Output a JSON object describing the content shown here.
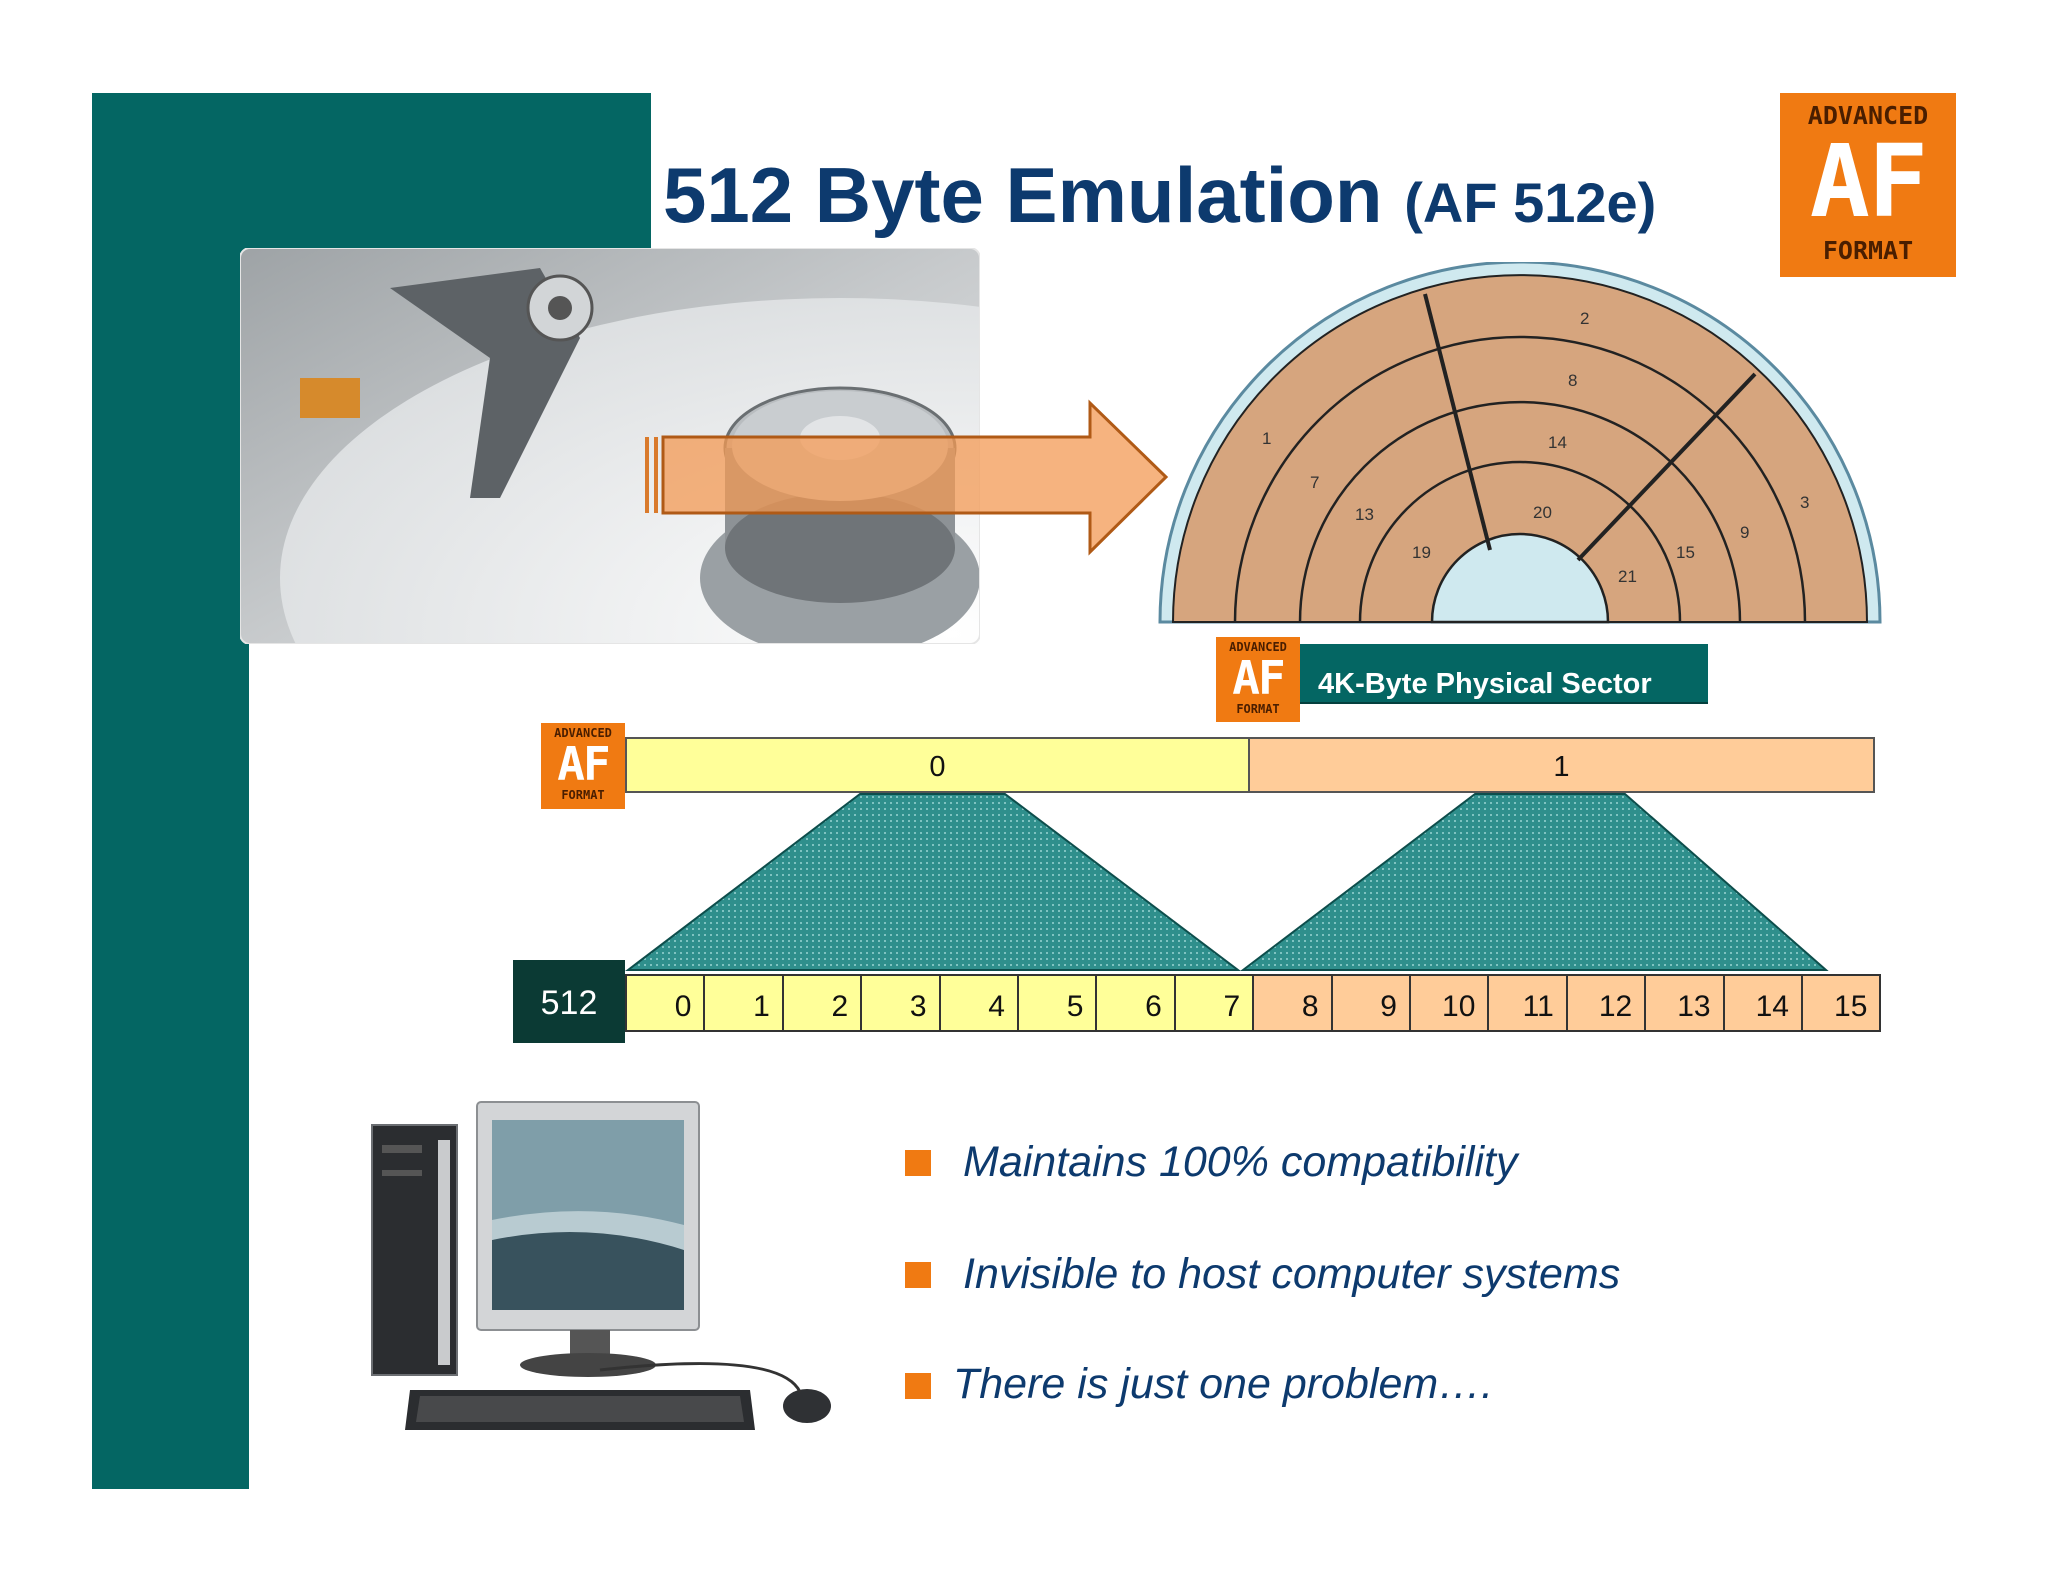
{
  "title": {
    "main": "512 Byte Emulation",
    "sub": "(AF 512e)"
  },
  "logo": {
    "top": "ADVANCED",
    "mark": "AF",
    "bottom": "FORMAT"
  },
  "platter": {
    "sector_numbers": [
      "1",
      "2",
      "3",
      "7",
      "8",
      "9",
      "13",
      "14",
      "15",
      "19",
      "20",
      "21"
    ]
  },
  "physical_sector_label": "4K-Byte Physical Sector",
  "physical_sectors": [
    "0",
    "1"
  ],
  "logical_label": "512",
  "logical_sectors": [
    "0",
    "1",
    "2",
    "3",
    "4",
    "5",
    "6",
    "7",
    "8",
    "9",
    "10",
    "11",
    "12",
    "13",
    "14",
    "15"
  ],
  "bullets": [
    "Maintains 100% compatibility",
    "Invisible to host computer systems",
    "There is just one problem…."
  ],
  "colors": {
    "teal": "#046663",
    "orange": "#f07a12",
    "navy": "#0d3a6e",
    "yellow": "#ffff99",
    "peach": "#ffcc99",
    "platter": "#d6a57e",
    "hub": "#cfe9ef"
  }
}
